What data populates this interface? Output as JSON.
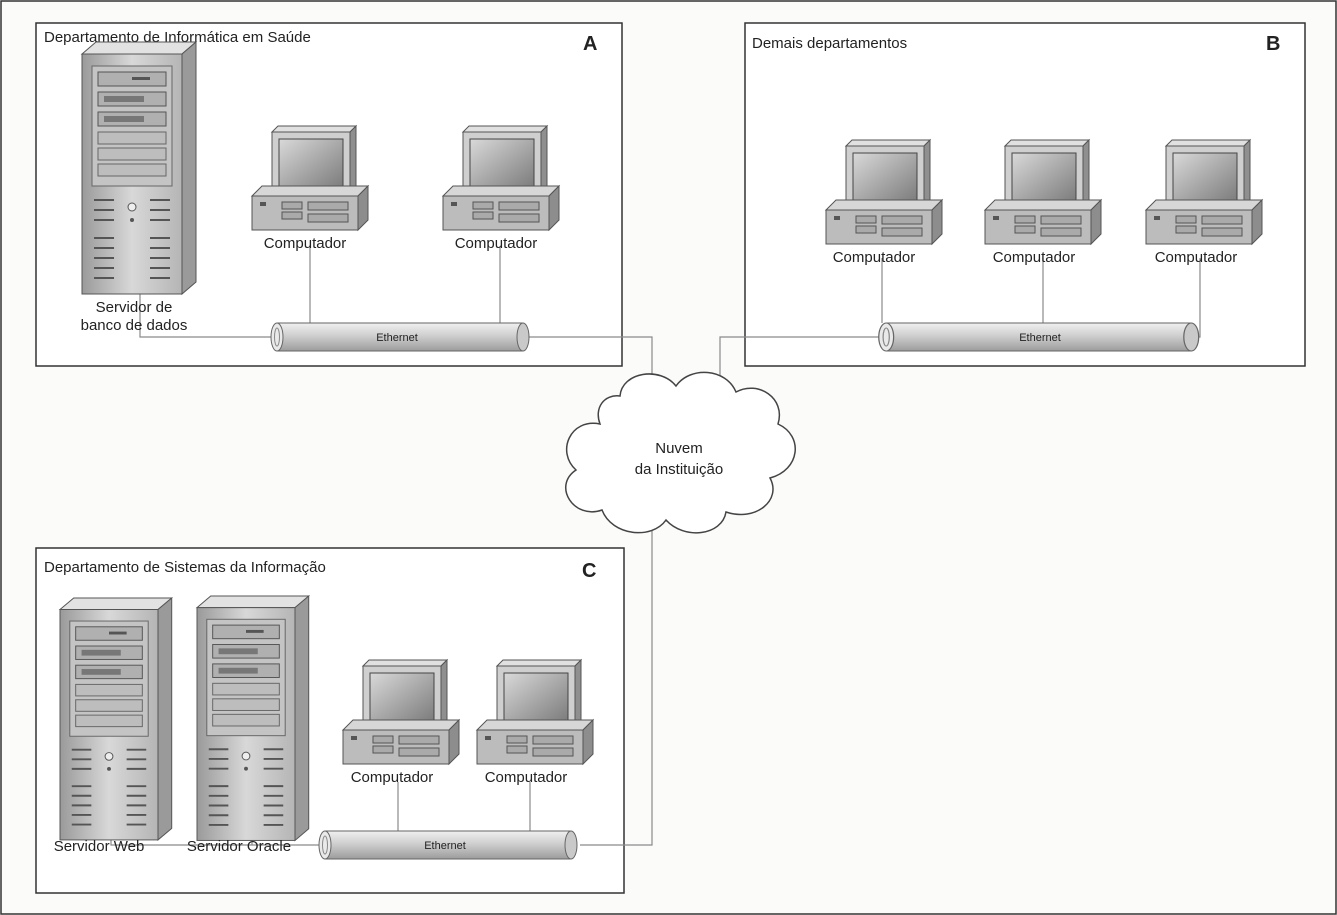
{
  "panels": {
    "a": {
      "title": "Departamento de Informática em Saúde",
      "letter": "A"
    },
    "b": {
      "title": "Demais departamentos",
      "letter": "B"
    },
    "c": {
      "title": "Departamento de Sistemas da Informação",
      "letter": "C"
    }
  },
  "devices": {
    "a_server": {
      "line1": "Servidor de",
      "line2": "banco de dados"
    },
    "a_pc1": "Computador",
    "a_pc2": "Computador",
    "b_pc1": "Computador",
    "b_pc2": "Computador",
    "b_pc3": "Computador",
    "c_server_web": "Servidor Web",
    "c_server_oracle": "Servidor Oracle",
    "c_pc1": "Computador",
    "c_pc2": "Computador"
  },
  "buses": {
    "a": "Ethernet",
    "b": "Ethernet",
    "c": "Ethernet"
  },
  "cloud": {
    "line1": "Nuvem",
    "line2": "da Instituição"
  },
  "colors": {
    "background": "#fbfbfa",
    "panel_border": "#333333",
    "cable": "#8a8a8a",
    "device_body": "#c9c9c9",
    "device_dark": "#8e8e8e",
    "screen": "#a8a8a8"
  }
}
